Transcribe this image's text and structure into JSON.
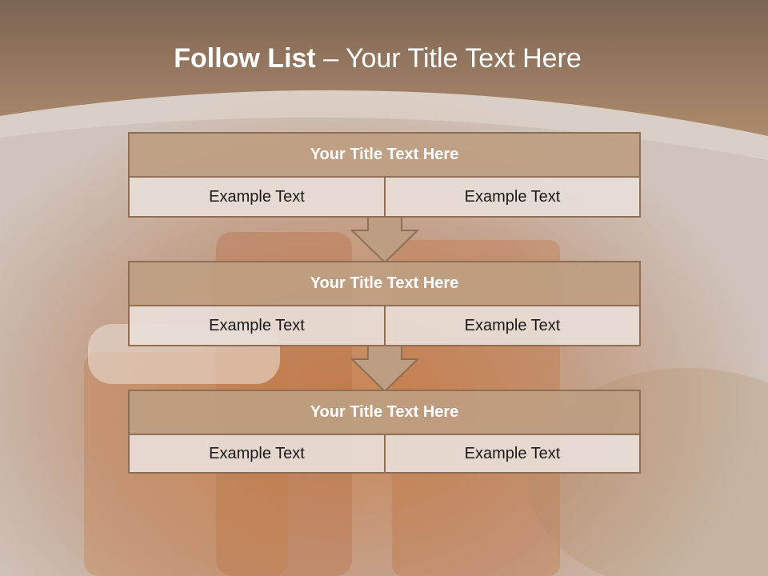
{
  "slide": {
    "title_bold": "Follow List ",
    "title_rest": " – Your Title Text Here"
  },
  "steps": [
    {
      "title": "Your Title Text Here",
      "left": "Example Text",
      "right": "Example Text"
    },
    {
      "title": "Your Title Text Here",
      "left": "Example Text",
      "right": "Example Text"
    },
    {
      "title": "Your Title Text Here",
      "left": "Example Text",
      "right": "Example Text"
    }
  ],
  "colors": {
    "header_band": "#8c6f58",
    "box_title_fill": "#be9e82",
    "box_border": "#8e6f55",
    "cell_fill": "#e8ded8"
  }
}
